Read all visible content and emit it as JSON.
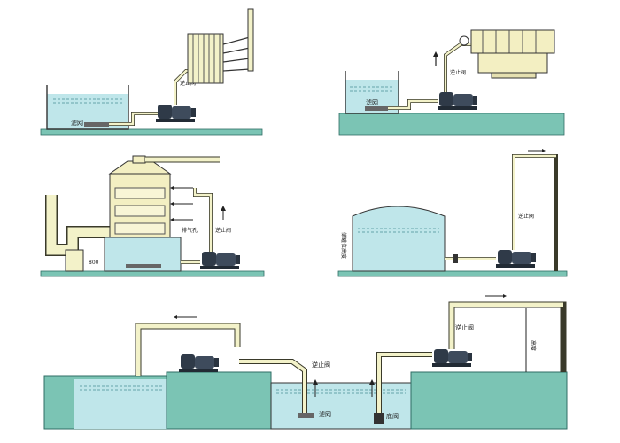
{
  "labels": {
    "check_valve": "逆止阀",
    "strainer": "滤网",
    "foot_valve": "底阀",
    "vent": "排气孔",
    "tank_side": "储罐位高度",
    "vertical_height": "高度"
  },
  "colors": {
    "pipe": "#f3f2c9",
    "pipe_edge": "#3a3a2a",
    "water": "#bfe6ea",
    "water_line": "#4a8f96",
    "ground": "#7bc4b4",
    "ground_edge": "#2f6d64",
    "pump": "#2f3a48",
    "motor": "#3e4b5c",
    "tower": "#f3efc2"
  }
}
